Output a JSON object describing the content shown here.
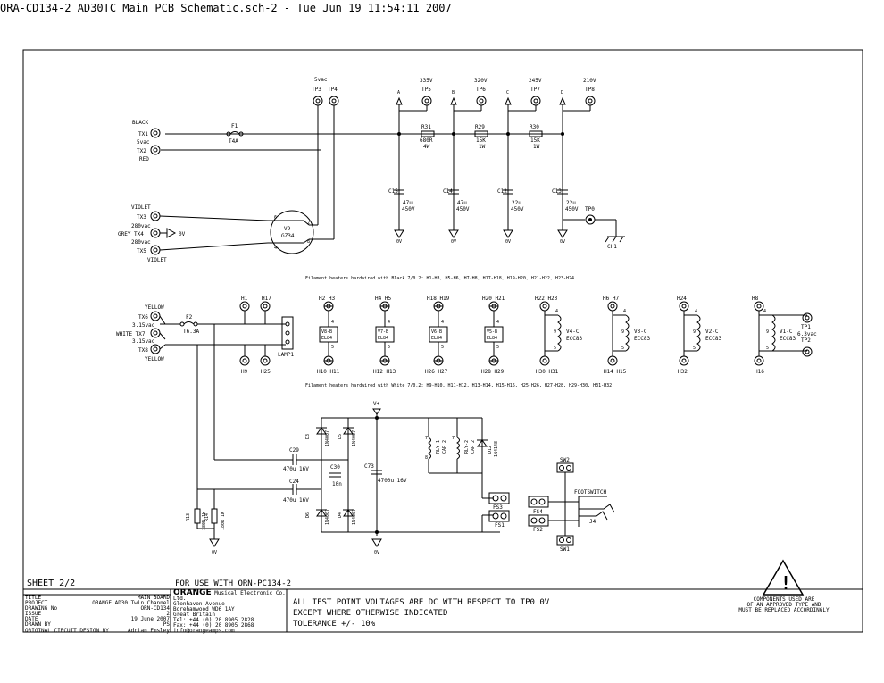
{
  "header": {
    "title": "ORA-CD134-2 AD30TC Main PCB Schematic.sch-2 - Tue Jun 19 11:54:11 2007"
  },
  "psu": {
    "fuse1": {
      "ref": "F1",
      "value": "T4A"
    },
    "tx_black": "BLACK",
    "tx1": "TX1",
    "tx2": "TX2",
    "tx_5vac": "5vac",
    "tx_red": "RED",
    "tx_violet_top": "VIOLET",
    "tx3": "TX3",
    "tx_280vac_top": "280vac",
    "tx_grey": "GREY TX4",
    "tx_0v": "0V",
    "tx_280vac_bot": "280vac",
    "tx5": "TX5",
    "tx_violet_bot": "VIOLET",
    "rect_ref": "V9",
    "rect_val": "GZ34",
    "rect_pin8": "8",
    "rect_pin4": "4",
    "rect_pin6": "6",
    "rect_pin2": "2",
    "tp_5vac": "5vac",
    "tp3": "TP3",
    "tp4": "TP4",
    "rails": [
      {
        "node": "A",
        "volt": "335V",
        "tp": "TP5",
        "cap": "C15",
        "cval": "47u",
        "cv": "450V"
      },
      {
        "node": "B",
        "volt": "320V",
        "tp": "TP6",
        "cap": "C14",
        "cval": "47u",
        "cv": "450V"
      },
      {
        "node": "C",
        "volt": "245V",
        "tp": "TP7",
        "cap": "C12",
        "cval": "22u",
        "cv": "450V"
      },
      {
        "node": "D",
        "volt": "210V",
        "tp": "TP8",
        "cap": "C13",
        "cval": "22u",
        "cv": "450V"
      }
    ],
    "resistors": [
      {
        "ref": "R31",
        "val": "680R",
        "w": "4W"
      },
      {
        "ref": "R29",
        "val": "15K",
        "w": "1W"
      },
      {
        "ref": "R30",
        "val": "15K",
        "w": "1W"
      }
    ],
    "tp0": "TP0",
    "ch1": "CH1",
    "gnd": "0V"
  },
  "heaters": {
    "note_black": "Filament heaters hardwired with Black 7/0.2: H1-H3, H5-H6, H7-H8, H17-H18, H19-H20, H21-H22, H23-H24",
    "note_white": "Filament heaters hardwired with White 7/0.2: H9-H10, H11-H12, H13-H14, H15-H16, H25-H26, H27-H28, H29-H30, H31-H32",
    "yellow_top": "YELLOW",
    "tx6": "TX6",
    "v315_top": "3.15vac",
    "white_tx7": "WHITE TX7",
    "v315_bot": "3.15vac",
    "tx8": "TX8",
    "yellow_bot": "YELLOW",
    "fuse2": {
      "ref": "F2",
      "value": "T6.3A"
    },
    "h1": "H1",
    "h17": "H17",
    "h9": "H9",
    "h25": "H25",
    "lamp": "LAMP1",
    "tubes": [
      {
        "top": "H2 H3",
        "ref": "V8-B",
        "type": "EL84",
        "bot": "H10 H11",
        "p4": "4",
        "p5": "5"
      },
      {
        "top": "H4 H5",
        "ref": "V7-B",
        "type": "EL84",
        "bot": "H12 H13",
        "p4": "4",
        "p5": "5"
      },
      {
        "top": "H18 H19",
        "ref": "V6-B",
        "type": "EL84",
        "bot": "H26 H27",
        "p4": "4",
        "p5": "5"
      },
      {
        "top": "H20 H21",
        "ref": "V5-B",
        "type": "EL84",
        "bot": "H28 H29",
        "p4": "4",
        "p5": "5"
      }
    ],
    "preamps": [
      {
        "top": "H22 H23",
        "ref": "V4-C",
        "type": "ECC83",
        "bot": "H30 H31",
        "p4": "4",
        "p5": "5",
        "p9": "9"
      },
      {
        "top": "H6 H7",
        "ref": "V3-C",
        "type": "ECC83",
        "bot": "H14 H15",
        "p4": "4",
        "p5": "5",
        "p9": "9"
      },
      {
        "top": "H24",
        "ref": "V2-C",
        "type": "ECC83",
        "bot": "H32",
        "p4": "4",
        "p5": "5",
        "p9": "9"
      },
      {
        "top": "H8",
        "ref": "V1-C",
        "type": "ECC83",
        "bot": "H16",
        "p4": "4",
        "p5": "5",
        "p9": "9"
      }
    ],
    "tp1": "TP1",
    "tp1_v": "6.3vac",
    "tp2": "TP2"
  },
  "relay": {
    "vplus": "V+",
    "c29": "C29",
    "c29v": "470u 16V",
    "c24": "C24",
    "c24v": "470u 16V",
    "c30": "C30",
    "c30v": "10n",
    "c73": "C73",
    "c73v": "4700u 16V",
    "d3": "D3",
    "d3v": "1N4007",
    "d5": "D5",
    "d5v": "1N4007",
    "d6": "D6",
    "d6v": "1N4007",
    "d4": "D4",
    "d4v": "1N4007",
    "r13": "R13",
    "r13v": "180R 1W",
    "r14": "R14",
    "r14v": "180R 1W",
    "rly1": "RLY-1",
    "rly1v": "CAP 2",
    "rly2": "RLY-2",
    "rly2v": "CAP 2",
    "d12": "D12",
    "d12v": "1N4148",
    "rp7a": "7",
    "rp8": "8",
    "rp7b": "7",
    "fs3": "FS3",
    "fs1": "FS1",
    "fs4": "FS4",
    "fs2": "FS2",
    "sw2": "SW2",
    "sw1": "SW1",
    "footswitch": "FOOTSWITCH",
    "j4": "J4",
    "gnd": "0V"
  },
  "titleblock": {
    "sheet": "SHEET 2/2",
    "for_use": "FOR USE WITH ORN-PC134-2",
    "rows": [
      {
        "k": "TITLE",
        "v": "MAIN BOARD"
      },
      {
        "k": "PROJECT",
        "v": "ORANGE AD30 Twin Channel"
      },
      {
        "k": "DRAWING No",
        "v": "ORN-CD134"
      },
      {
        "k": "ISSUE",
        "v": "2"
      },
      {
        "k": "DATE",
        "v": "19 June 2007"
      },
      {
        "k": "DRAWN BY",
        "v": "PS"
      },
      {
        "k": "ORIGINAL CIRCUIT DESIGN BY",
        "v": "Adrian Emsley"
      }
    ],
    "company": "ORANGE",
    "company_full": "Musical Electronic Co. Ltd.",
    "addr1": "Glenhaven Avenue",
    "addr2": "Borehamwood WD6 1AY",
    "addr3": "Great Britain",
    "tel": "Tel: +44 (0) 20 8905 2828",
    "fax": "Fax: +44 (0) 20 8905 2868",
    "email": "info@orangeamps.com",
    "note1": "ALL TEST POINT VOLTAGES ARE DC WITH RESPECT TO TP0 0V",
    "note2": "EXCEPT WHERE OTHERWISE INDICATED",
    "note3": "TOLERANCE +/- 10%",
    "warn_symbol": "!",
    "warn1": "COMPONENTS USED ARE",
    "warn2": "OF AN APPROVED TYPE AND",
    "warn3": "MUST BE REPLACED ACCORDINGLY"
  }
}
